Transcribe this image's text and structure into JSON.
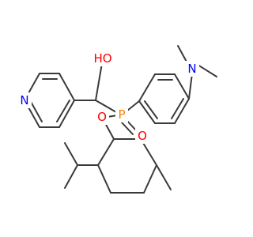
{
  "molecule": {
    "atoms": {
      "hydroxyl": {
        "label": "HO",
        "color": "#ff0000"
      },
      "pyridine_n": {
        "label": "N",
        "color": "#0000ff"
      },
      "phosphorus": {
        "label": "P",
        "color": "#ff8000"
      },
      "phosphoryl_o": {
        "label": "O",
        "color": "#ff0000"
      },
      "ester_o": {
        "label": "O",
        "color": "#ff0000"
      },
      "amine_n": {
        "label": "N",
        "color": "#0000ff"
      }
    },
    "bond_color": "#3a3a3a"
  }
}
